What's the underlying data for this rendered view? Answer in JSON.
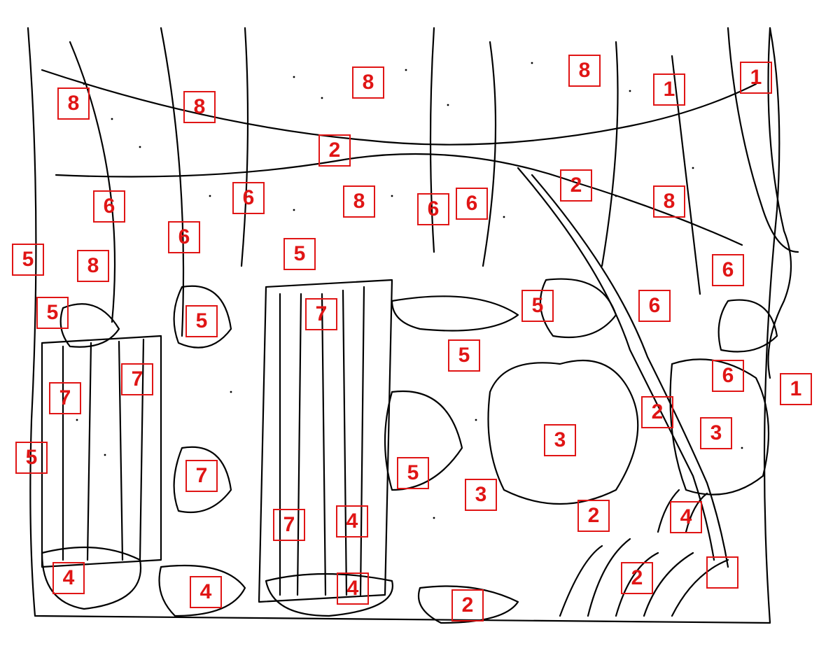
{
  "label_color": "#e01515",
  "line_color": "#000000",
  "labels": [
    "8",
    "8",
    "8",
    "8",
    "1",
    "1",
    "2",
    "2",
    "6",
    "6",
    "8",
    "6",
    "6",
    "8",
    "6",
    "5",
    "5",
    "8",
    "6",
    "5",
    "7",
    "5",
    "5",
    "6",
    "6",
    "5",
    "7",
    "7",
    "1",
    "2",
    "3",
    "5",
    "3",
    "5",
    "3",
    "2",
    "4",
    "7",
    "7",
    "4",
    "4",
    "4",
    "4",
    "2",
    "2"
  ]
}
